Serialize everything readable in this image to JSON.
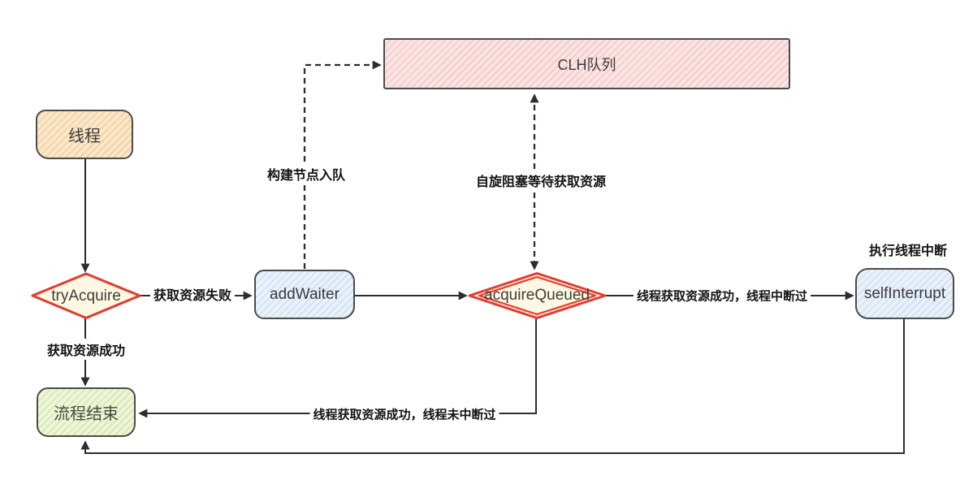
{
  "nodes": {
    "thread": "线程",
    "clh_queue": "CLH队列",
    "try_acquire": "tryAcquire",
    "add_waiter": "addWaiter",
    "acquire_queued": "acquireQueued",
    "self_interrupt": "selfInterrupt",
    "process_end": "流程结束"
  },
  "edges": [
    {
      "from": "thread",
      "to": "try_acquire",
      "label": "",
      "style": "solid"
    },
    {
      "from": "try_acquire",
      "to": "add_waiter",
      "label": "获取资源失败",
      "style": "solid"
    },
    {
      "from": "try_acquire",
      "to": "process_end",
      "label": "获取资源成功",
      "style": "solid"
    },
    {
      "from": "add_waiter",
      "to": "acquire_queued",
      "label": "",
      "style": "solid"
    },
    {
      "from": "add_waiter",
      "to": "clh_queue",
      "label": "构建节点入队",
      "style": "dashed"
    },
    {
      "from": "acquire_queued",
      "to": "clh_queue",
      "label": "自旋阻塞等待获取资源",
      "style": "dashed-double-arrow"
    },
    {
      "from": "acquire_queued",
      "to": "self_interrupt",
      "label": "线程获取资源成功，线程中断过",
      "style": "solid"
    },
    {
      "from": "acquire_queued",
      "to": "process_end",
      "label": "线程获取资源成功，线程未中断过",
      "style": "solid"
    },
    {
      "from": "self_interrupt",
      "to": "process_end",
      "label": "",
      "style": "solid"
    }
  ],
  "annotations": {
    "self_interrupt_caption": "执行线程中断"
  },
  "colors": {
    "diamond_border": "#e63a2e",
    "diamond_fill": "#fdf8e1",
    "thread_fill": "#f7dcb4",
    "clh_fill": "#f8d9d9",
    "process_fill": "#dde9f6",
    "end_fill": "#e3edc2",
    "node_border": "#4b4b4b",
    "arrow_color": "#2d2d2d"
  }
}
